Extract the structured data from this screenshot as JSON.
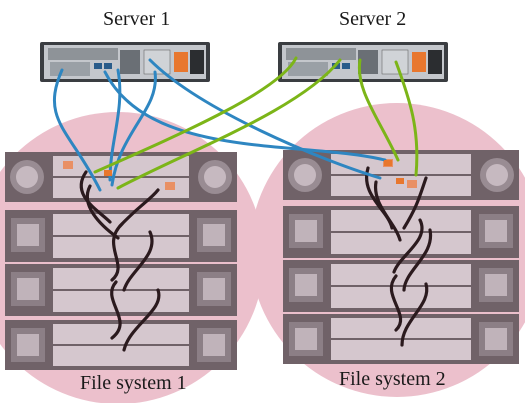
{
  "servers": [
    {
      "label": "Server 1"
    },
    {
      "label": "Server 2"
    }
  ],
  "file_systems": [
    {
      "label": "File system 1",
      "shelves": 4
    },
    {
      "label": "File system 2",
      "shelves": 4
    }
  ],
  "colors": {
    "region_fill": "#e9b9c6",
    "server_chassis": "#b8bcc2",
    "shelf_chassis": "#3a3a3a",
    "controller_module": "#c9cbcf",
    "cable_server1": "#2e86c1",
    "cable_server2": "#7cb518",
    "cable_shelf": "#2b1a1e",
    "accent_orange": "#e8772e"
  },
  "icons": [
    "server-rack-unit",
    "storage-shelf",
    "power-supply-fan",
    "sas-cable"
  ]
}
